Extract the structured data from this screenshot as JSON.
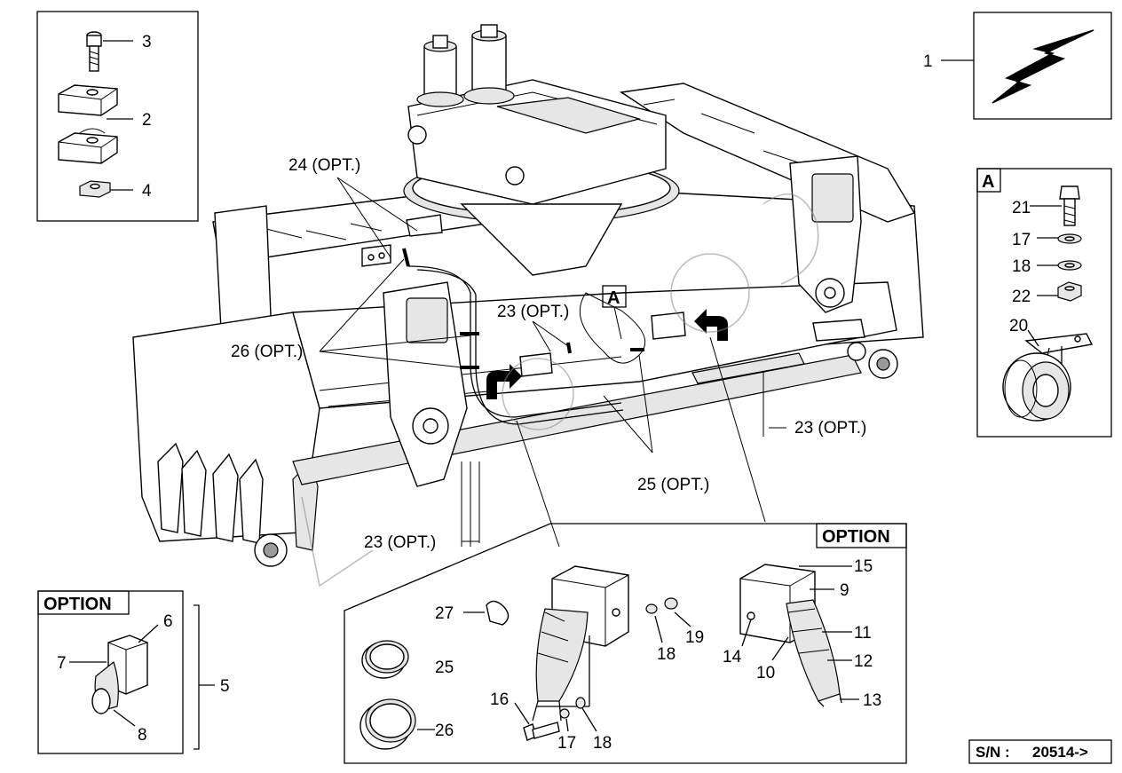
{
  "callouts": {
    "c1": "1",
    "c2": "2",
    "c3": "3",
    "c4": "4",
    "c5": "5",
    "c6": "6",
    "c7": "7",
    "c8": "8",
    "c9": "9",
    "c10": "10",
    "c11": "11",
    "c12": "12",
    "c13": "13",
    "c14": "14",
    "c15": "15",
    "c16": "16",
    "c17a": "17",
    "c18a": "18",
    "c17b": "17",
    "c18b": "18",
    "c19": "19",
    "c20": "20",
    "c21": "21",
    "c22": "22",
    "c25": "25",
    "c26": "26",
    "c27": "27"
  },
  "opt_labels": {
    "l24": "24 (OPT.)",
    "l26": "26 (OPT.)",
    "l23a": "23 (OPT.)",
    "l23b": "23 (OPT.)",
    "l23c": "23 (OPT.)",
    "l25": "25 (OPT.)"
  },
  "detail_a": {
    "header": "A",
    "marker": "A"
  },
  "option_small": {
    "header": "OPTION"
  },
  "option_large": {
    "header": "OPTION"
  },
  "serial": {
    "prefix": "S/N :",
    "value": "20514->"
  },
  "icons": {
    "lightning": "lightning-bolt-icon",
    "arrow": "curved-arrow-icon"
  }
}
